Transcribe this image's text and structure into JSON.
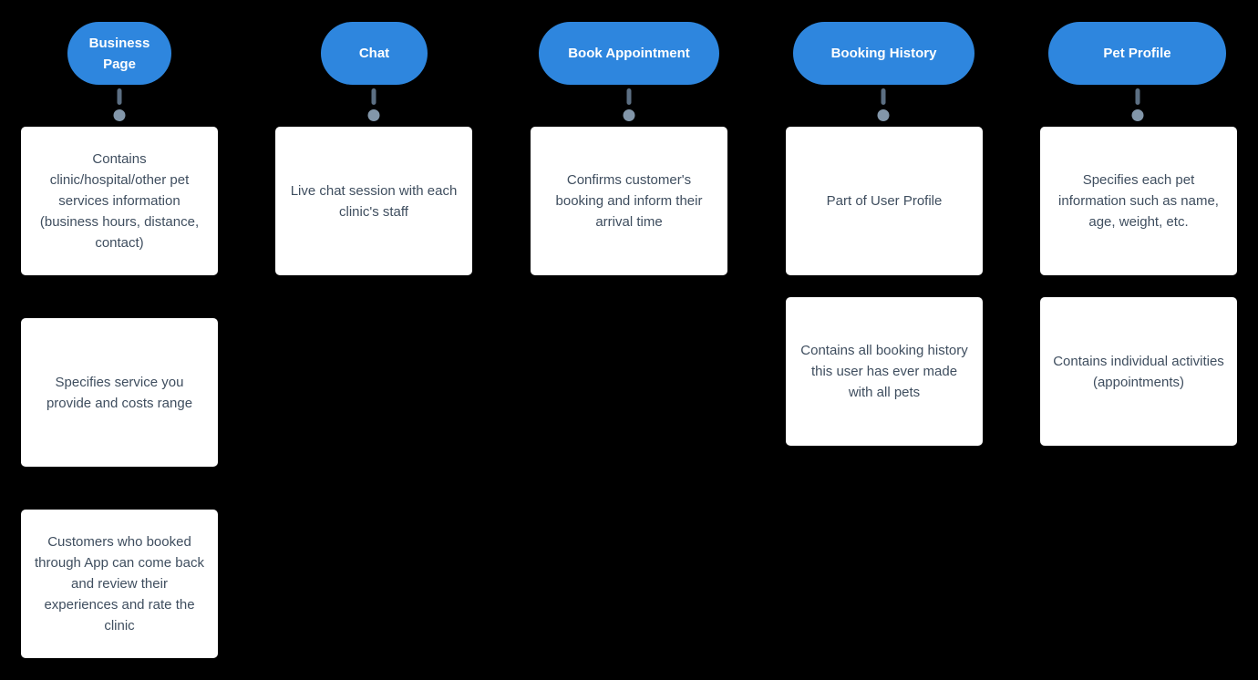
{
  "diagram": {
    "background_color": "#000000",
    "node_fill_color": "#2e86de",
    "node_text_color": "#ffffff",
    "card_fill_color": "#ffffff",
    "card_text_color": "#3f4e5f",
    "connector_dash_color": "#5c6f83",
    "connector_dot_color": "#8296a9",
    "columns": [
      {
        "node_label": "Business Page",
        "cards": [
          "Contains clinic/hospital/other pet services information (business hours, distance, contact)",
          "Specifies service you provide and costs range",
          "Customers who booked through App can come back and review their experiences and rate the clinic"
        ]
      },
      {
        "node_label": "Chat",
        "cards": [
          "Live chat session with each clinic's staff"
        ]
      },
      {
        "node_label": "Book Appointment",
        "cards": [
          "Confirms customer's booking and inform their arrival time"
        ]
      },
      {
        "node_label": "Booking History",
        "cards": [
          "Part of User Profile",
          "Contains all booking history this user has ever made with all pets"
        ]
      },
      {
        "node_label": "Pet Profile",
        "cards": [
          "Specifies each pet information such as name, age, weight, etc.",
          "Contains individual activities (appointments)"
        ]
      }
    ]
  }
}
